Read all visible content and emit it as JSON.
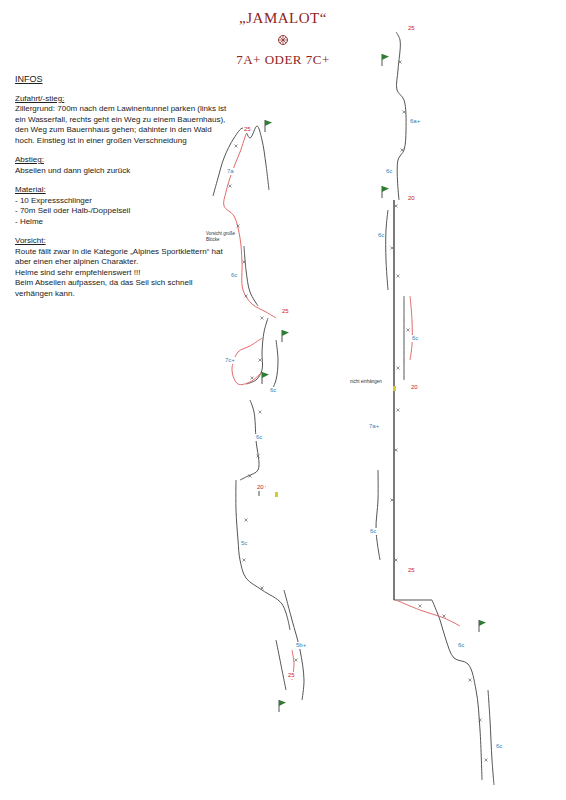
{
  "diagram": {
    "title": "„JAMALOT“",
    "labels": [
      "7A+ ODER 7C+",
      "INFOS",
      "Zufahrt/-stieg:",
      "Zillergrund: 700m nach dem Lawinentunnel parken (links ist ein Wasserfall, rechts geht ein Weg zu einem Bauernhaus), den Weg zum Bauernhaus gehen; dahinter in den Wald hoch. Einstieg ist in einer großen Verschneidung",
      "Abstieg:",
      "Abseilen und dann gleich zurück",
      "Material:",
      "- 10 Expressschlinger",
      "- 70m Seil oder Halb-/Doppelseil",
      "- Helme",
      "Vorsicht:",
      "Route fällt zwar in die Kategorie „Alpines Sportklettern“ hat aber einen eher alpinen Charakter.",
      "Helme sind sehr empfehlenswert !!!",
      "Beim Abseilen aufpassen, da das Seil sich schnell verhängen kann.",
      "25",
      "7a",
      "Vorsicht große Blöcke",
      "6c",
      "25",
      "7c+",
      "6c",
      "6c",
      "20",
      "5c",
      "5b+",
      "25",
      "25",
      "6a+",
      "6c",
      "20",
      "6c",
      "6c",
      "nicht einhängen",
      "20",
      "7a+",
      "6c",
      "25",
      "6c",
      "6c"
    ]
  }
}
